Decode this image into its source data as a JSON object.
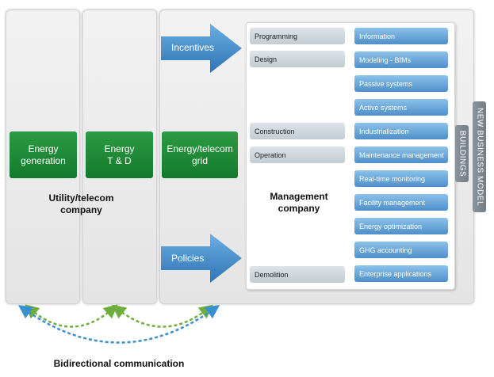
{
  "columns": {
    "energy_generation": "Energy\ngeneration",
    "energy_td": "Energy\nT & D",
    "grid": "Energy/telecom\ngrid"
  },
  "labels": {
    "utility": "Utility/telecom\ncompany",
    "management": "Management\ncompany",
    "bidirectional": "Bidirectional communication"
  },
  "arrows": {
    "incentives": "Incentives",
    "policies": "Policies"
  },
  "phases": {
    "programming": "Programming",
    "design": "Design",
    "construction": "Construction",
    "operation": "Operation",
    "demolition": "Demolition"
  },
  "services": [
    "Information",
    "Modeling - BIMs",
    "Passive systems",
    "Active systems",
    "Industrialization",
    "Maintenance management",
    "Real-time monitoring",
    "Facility management",
    "Energy optimization",
    "GHG accounting",
    "Enterprise applications"
  ],
  "tabs": {
    "buildings": "BUILDINGS",
    "new_model": "NEW BUSINESS MODEL"
  },
  "colors": {
    "green": "#1f8a38",
    "blue_arrow": "#3f86c6",
    "green_dash": "#6fae3c",
    "blue_dash": "#3a8fd0"
  }
}
